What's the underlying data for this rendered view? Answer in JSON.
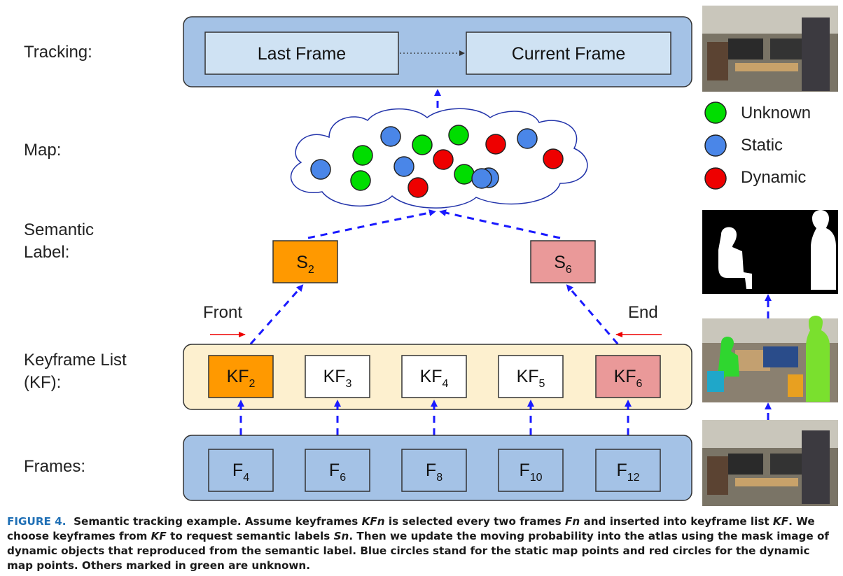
{
  "row_labels": {
    "tracking": "Tracking:",
    "map": "Map:",
    "semantic_1": "Semantic",
    "semantic_2": "Label:",
    "keyframe_1": "Keyframe List",
    "keyframe_2": "(KF):",
    "frames": "Frames:"
  },
  "tracking": {
    "last_frame": "Last Frame",
    "current_frame": "Current Frame"
  },
  "map_points": [
    {
      "type": "unknown"
    },
    {
      "type": "static"
    },
    {
      "type": "unknown"
    },
    {
      "type": "unknown"
    },
    {
      "type": "dynamic"
    },
    {
      "type": "static"
    },
    {
      "type": "static"
    },
    {
      "type": "unknown"
    },
    {
      "type": "static"
    },
    {
      "type": "dynamic"
    },
    {
      "type": "unknown"
    },
    {
      "type": "dynamic"
    },
    {
      "type": "static"
    },
    {
      "type": "dynamic"
    },
    {
      "type": "static"
    }
  ],
  "semantic_labels": [
    {
      "base": "S",
      "sub": "2"
    },
    {
      "base": "S",
      "sub": "6"
    }
  ],
  "markers": {
    "front": "Front",
    "end": "End"
  },
  "keyframes": [
    {
      "base": "KF",
      "sub": "2",
      "state": "front"
    },
    {
      "base": "KF",
      "sub": "3",
      "state": "plain"
    },
    {
      "base": "KF",
      "sub": "4",
      "state": "plain"
    },
    {
      "base": "KF",
      "sub": "5",
      "state": "plain"
    },
    {
      "base": "KF",
      "sub": "6",
      "state": "end"
    }
  ],
  "frames": [
    {
      "base": "F",
      "sub": "4"
    },
    {
      "base": "F",
      "sub": "6"
    },
    {
      "base": "F",
      "sub": "8"
    },
    {
      "base": "F",
      "sub": "10"
    },
    {
      "base": "F",
      "sub": "12"
    }
  ],
  "legend": [
    {
      "label": "Unknown",
      "color": "#00dd00"
    },
    {
      "label": "Static",
      "color": "#4a86e8"
    },
    {
      "label": "Dynamic",
      "color": "#ee0000"
    }
  ],
  "colors": {
    "unknown": "#00dd00",
    "static": "#4a86e8",
    "dynamic": "#ee0000",
    "front_fill": "#ff9900",
    "end_fill": "#ea9999",
    "tracking_bg": "#a4c2e6",
    "keyframe_bg": "#fdf0cf",
    "frames_bg": "#a4c2e6",
    "arrow": "#1a1aff",
    "marker_arrow": "#ee0000"
  },
  "caption": {
    "figure_label": "FIGURE 4.",
    "t1": "Semantic tracking example. Assume keyframes ",
    "v1": "KFn",
    "t2": " is selected every two frames ",
    "v2": "Fn",
    "t3": " and inserted into keyframe list ",
    "v3": "KF",
    "t4": ". We choose keyframes from ",
    "v4": "KF",
    "t5": " to request semantic labels ",
    "v5": "Sn",
    "t6": ". Then we update the moving probability into the atlas using the mask image of dynamic objects that reproduced from the semantic label. Blue circles stand for the static map points and red circles for the dynamic map points. Others marked in green are unknown."
  }
}
